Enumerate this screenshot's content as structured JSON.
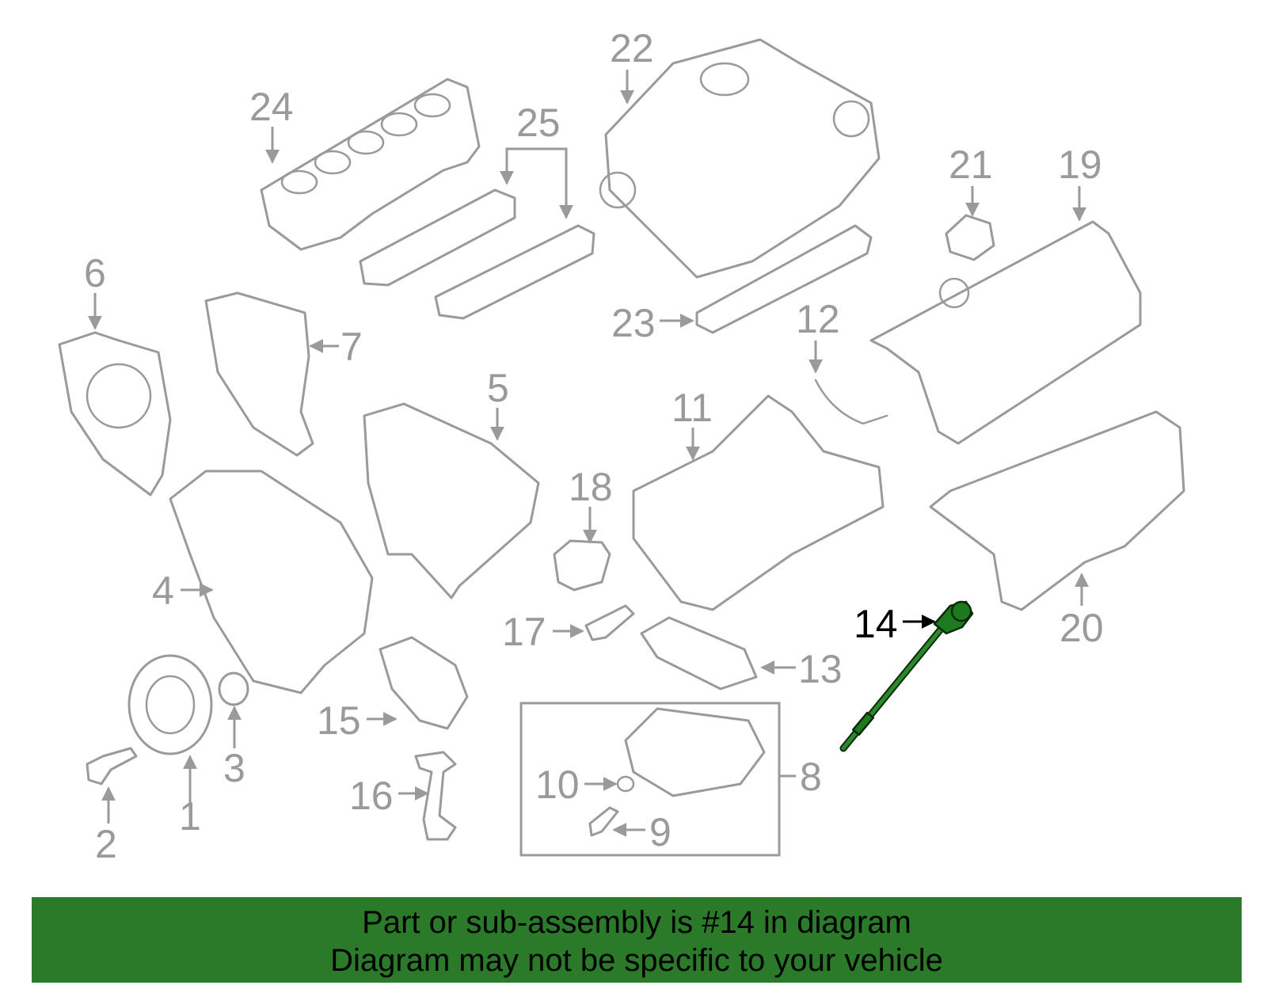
{
  "callouts": {
    "c1": "1",
    "c2": "2",
    "c3": "3",
    "c4": "4",
    "c5": "5",
    "c6": "6",
    "c7": "7",
    "c8": "8",
    "c9": "9",
    "c10": "10",
    "c11": "11",
    "c12": "12",
    "c13": "13",
    "c14": "14",
    "c15": "15",
    "c16": "16",
    "c17": "17",
    "c18": "18",
    "c19": "19",
    "c20": "20",
    "c21": "21",
    "c22": "22",
    "c23": "23",
    "c24": "24",
    "c25": "25"
  },
  "highlight": {
    "part": "14",
    "color": "#2a7a2a"
  },
  "banner": {
    "line1": "Part or sub-assembly is #14 in diagram",
    "line2": "Diagram may not be specific to your vehicle",
    "background": "#2a7a2a"
  }
}
